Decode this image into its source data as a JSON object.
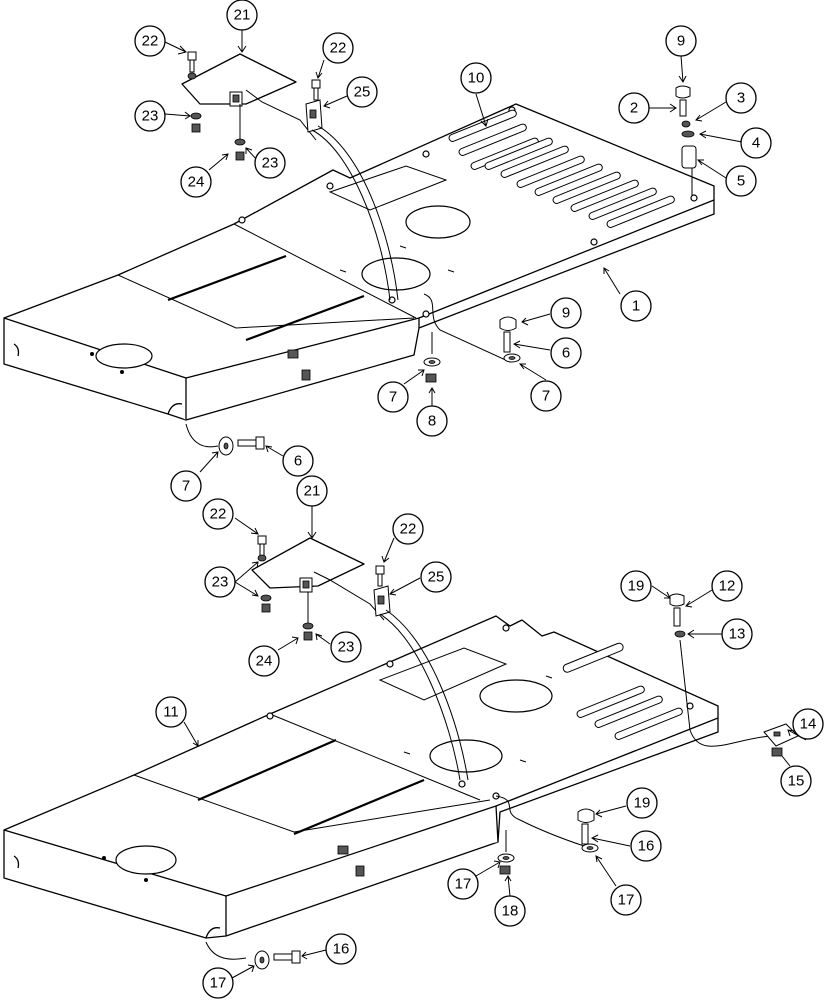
{
  "callouts": [
    {
      "id": "c-22-a",
      "label": "22"
    },
    {
      "id": "c-21-a",
      "label": "21"
    },
    {
      "id": "c-22-b",
      "label": "22"
    },
    {
      "id": "c-25-a",
      "label": "25"
    },
    {
      "id": "c-23-a",
      "label": "23"
    },
    {
      "id": "c-24-a",
      "label": "24"
    },
    {
      "id": "c-23-b",
      "label": "23"
    },
    {
      "id": "c-10",
      "label": "10"
    },
    {
      "id": "c-9-a",
      "label": "9"
    },
    {
      "id": "c-2",
      "label": "2"
    },
    {
      "id": "c-3",
      "label": "3"
    },
    {
      "id": "c-4",
      "label": "4"
    },
    {
      "id": "c-5",
      "label": "5"
    },
    {
      "id": "c-1",
      "label": "1"
    },
    {
      "id": "c-9-b",
      "label": "9"
    },
    {
      "id": "c-6-a",
      "label": "6"
    },
    {
      "id": "c-7-a",
      "label": "7"
    },
    {
      "id": "c-8",
      "label": "8"
    },
    {
      "id": "c-7-b",
      "label": "7"
    },
    {
      "id": "c-7-c",
      "label": "7"
    },
    {
      "id": "c-6-b",
      "label": "6"
    },
    {
      "id": "c-21-b",
      "label": "21"
    },
    {
      "id": "c-22-c",
      "label": "22"
    },
    {
      "id": "c-22-d",
      "label": "22"
    },
    {
      "id": "c-25-b",
      "label": "25"
    },
    {
      "id": "c-23-c",
      "label": "23"
    },
    {
      "id": "c-24-b",
      "label": "24"
    },
    {
      "id": "c-23-d",
      "label": "23"
    },
    {
      "id": "c-19-a",
      "label": "19"
    },
    {
      "id": "c-12",
      "label": "12"
    },
    {
      "id": "c-13",
      "label": "13"
    },
    {
      "id": "c-14",
      "label": "14"
    },
    {
      "id": "c-15",
      "label": "15"
    },
    {
      "id": "c-11",
      "label": "11"
    },
    {
      "id": "c-19-b",
      "label": "19"
    },
    {
      "id": "c-16-a",
      "label": "16"
    },
    {
      "id": "c-17-a",
      "label": "17"
    },
    {
      "id": "c-18",
      "label": "18"
    },
    {
      "id": "c-17-b",
      "label": "17"
    },
    {
      "id": "c-17-c",
      "label": "17"
    },
    {
      "id": "c-16-b",
      "label": "16"
    }
  ]
}
